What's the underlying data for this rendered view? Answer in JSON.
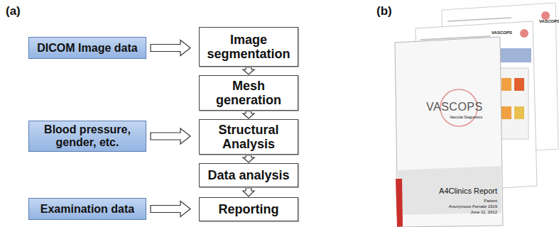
{
  "diagram": {
    "nodes": [
      {
        "text": [
          "DICOM Image data"
        ]
      },
      {
        "text": [
          "Image segmentation"
        ]
      },
      {
        "text": [
          "Mesh generation"
        ]
      },
      {
        "text": [
          "Blood pressure, gender, etc."
        ]
      },
      {
        "text": [
          "Structural Analysis"
        ]
      },
      {
        "text": [
          "Data analysis"
        ]
      },
      {
        "text": [
          "Examination data"
        ]
      },
      {
        "text": [
          "Reporting"
        ]
      }
    ],
    "edges": [
      {
        "from": 0,
        "to": 1,
        "arrow": "to"
      },
      {
        "from": 1,
        "to": 2,
        "arrow": "to"
      },
      {
        "from": 2,
        "to": 4,
        "arrow": "to"
      },
      {
        "from": 3,
        "to": 4,
        "arrow": "to"
      },
      {
        "from": 4,
        "to": 5,
        "arrow": "to"
      },
      {
        "from": 5,
        "to": 7,
        "arrow": "to"
      },
      {
        "from": 6,
        "to": 7,
        "arrow": "to"
      }
    ],
    "labels": [
      "(a)",
      "(b)",
      "VASCOPS",
      "VASCOPS",
      "VASCOPS",
      "Vascular Diagnostics",
      "A4Clinics Report",
      "Patient",
      "Anonymous Female 1919",
      "June 11, 2012"
    ]
  }
}
